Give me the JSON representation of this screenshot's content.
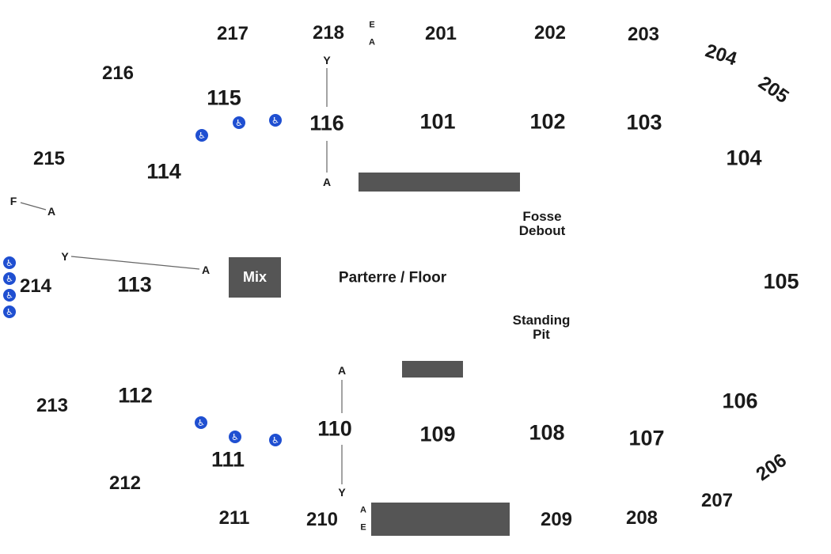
{
  "sections_100": [
    "115",
    "116",
    "101",
    "102",
    "103",
    "114",
    "104",
    "113",
    "105",
    "112",
    "106",
    "110",
    "109",
    "108",
    "107",
    "111"
  ],
  "sections_200": [
    "217",
    "218",
    "201",
    "202",
    "203",
    "204",
    "205",
    "216",
    "215",
    "214",
    "213",
    "212",
    "211",
    "210",
    "209",
    "208",
    "207",
    "206"
  ],
  "rows": {
    "y": "Y",
    "a": "A",
    "f": "F",
    "e": "E"
  },
  "zones": {
    "mix": "Mix",
    "floor": "Parterre / Floor",
    "fosse_line1": "Fosse",
    "fosse_line2": "Debout",
    "pit_line1": "Standing",
    "pit_line2": "Pit"
  },
  "icons": {
    "wheelchair": "wheelchair-icon",
    "wheelchair_color": "#1f4fd1",
    "block_color": "#555555"
  }
}
